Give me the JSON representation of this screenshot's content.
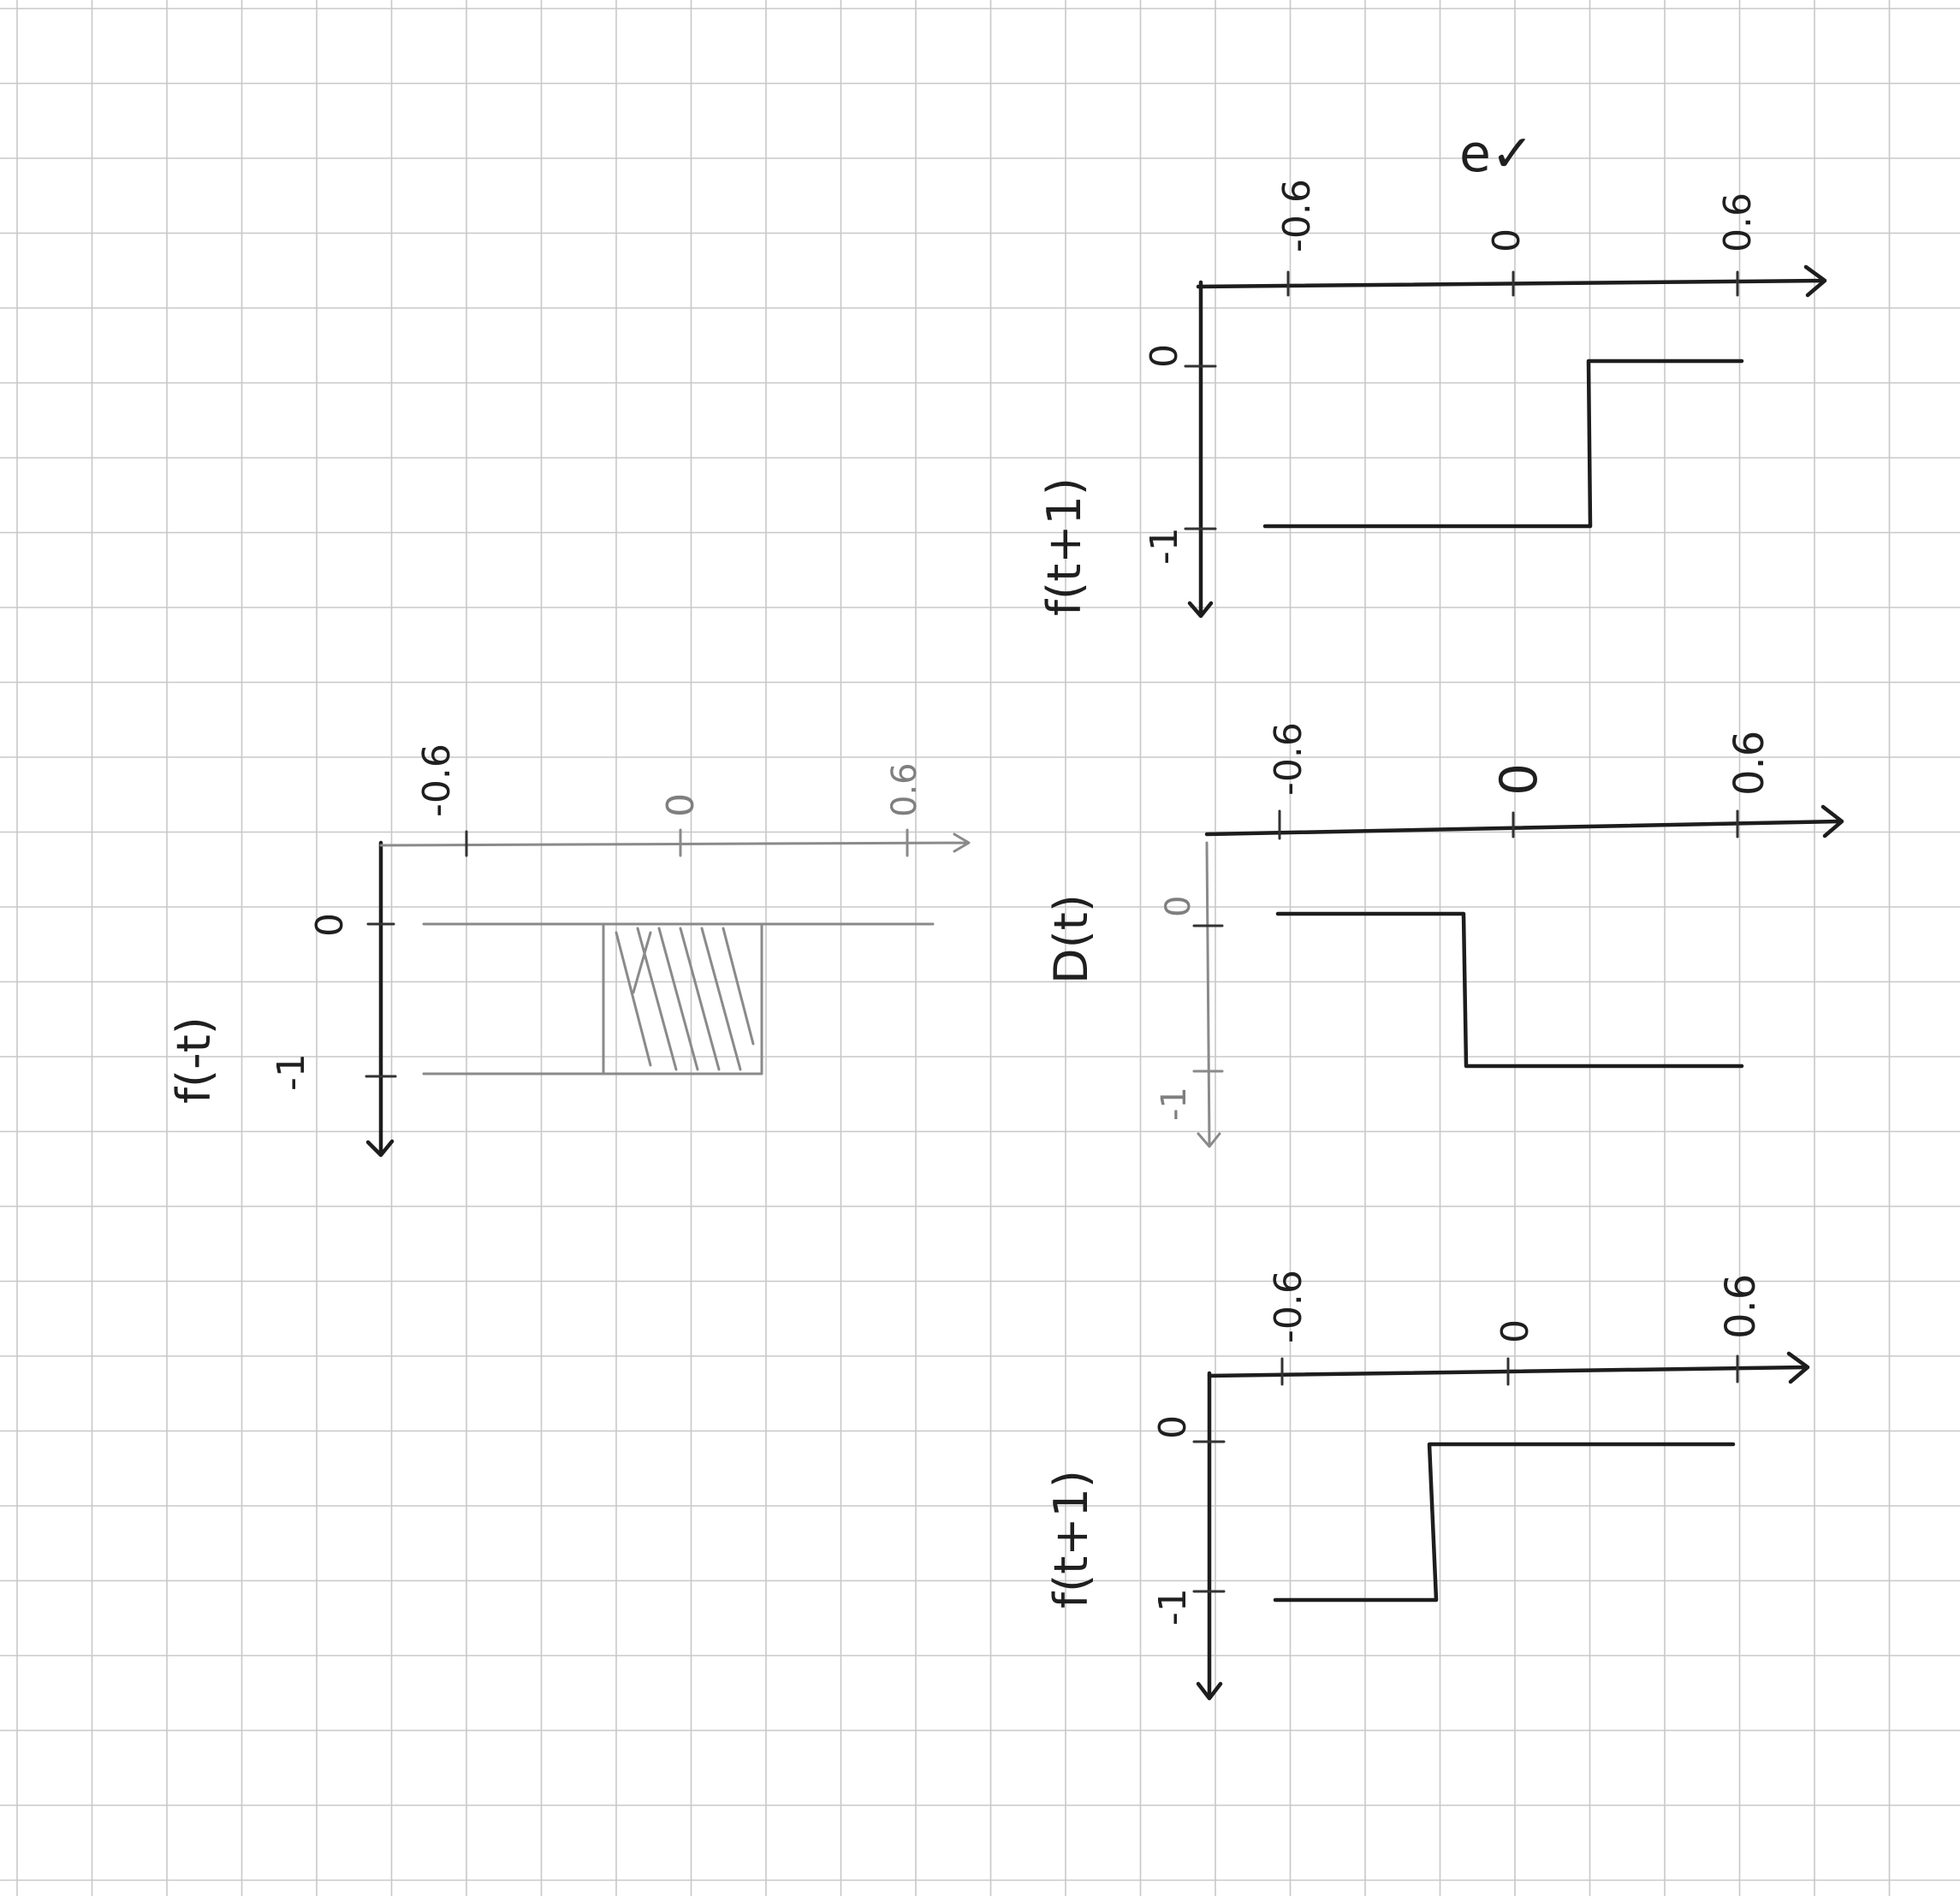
{
  "graph_paper": {
    "line_color": "#c8c8c8",
    "ink_color": "#1d1d1d",
    "pencil_color": "#8a8a8a"
  },
  "sketches": {
    "top_left": {
      "title": "f(-t)",
      "labels": {
        "t_minus1": "-1",
        "t_zero": "0",
        "y_neg": "-0.6",
        "y_zero": "0",
        "y_pos": "0.6"
      }
    },
    "top_right": {
      "title": "f(t+1)",
      "labels": {
        "t_minus1": "-1",
        "t_zero": "0",
        "y_neg": "-0.6",
        "y_zero": "0",
        "y_pos": "0.6"
      },
      "corner_note": "e✓"
    },
    "middle": {
      "title": "D(t)",
      "labels": {
        "t_minus1": "-1",
        "t_zero": "0",
        "y_neg": "-0.6",
        "y_zero": "0",
        "y_pos": "0.6"
      }
    },
    "bottom": {
      "title": "f(t+1)",
      "labels": {
        "t_minus1": "-1",
        "t_zero": "0",
        "y_neg": "-0.6",
        "y_zero": "0",
        "y_pos": "0.6"
      }
    }
  }
}
